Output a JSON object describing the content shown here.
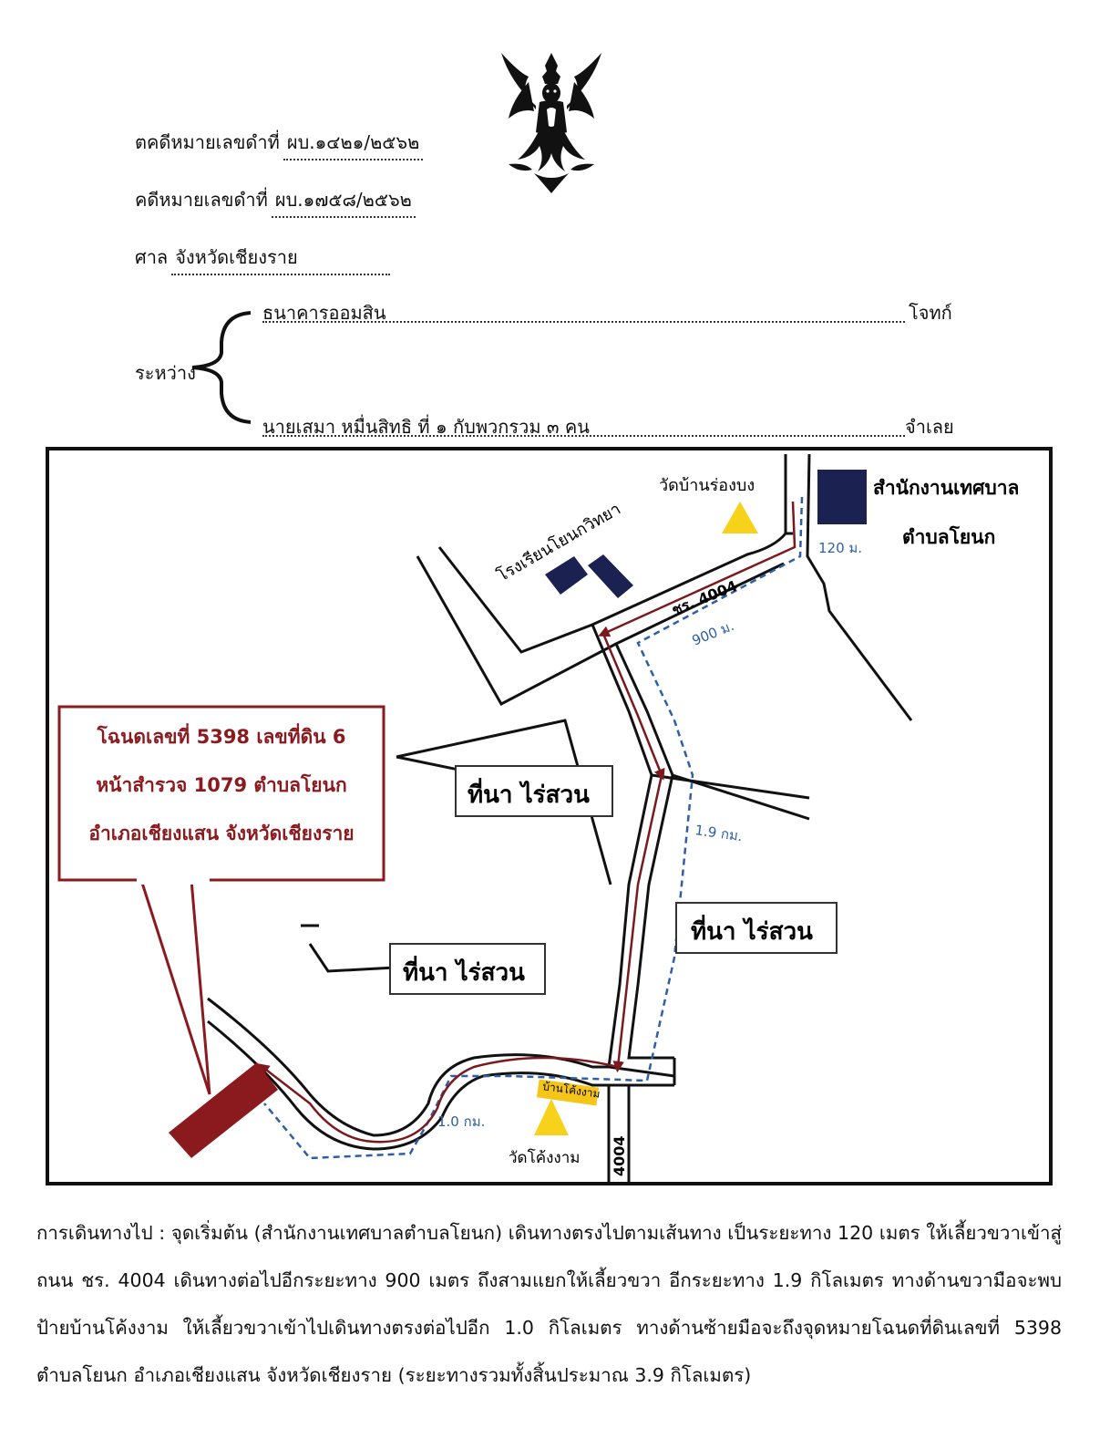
{
  "header": {
    "black_case_no_label": "ตคดีหมายเลขดำที่",
    "black_case_no_value": "ผบ.๑๔๒๑/๒๕๖๒",
    "case_no_label": "คดีหมายเลขดำที่",
    "case_no_value": "ผบ.๑๗๕๘/๒๕๖๒",
    "court_label": "ศาล",
    "court_value": "จังหวัดเชียงราย",
    "between_label": "ระหว่าง",
    "plaintiff": "ธนาคารออมสิน",
    "plaintiff_role": "โจทก์",
    "defendant": "นายเสมา หมื่นสิทธิ ที่ ๑ กับพวกรวม ๓ คน",
    "defendant_role": "จำเลย"
  },
  "map": {
    "municipal_office_line1": "สำนักงานเทศบาล",
    "municipal_office_line2": "ตำบลโยนก",
    "temple_rongbong": "วัดบ้านร่องบง",
    "school": "โรงเรียนโยนกวิทยา",
    "road_label": "ชร. 4004",
    "road_number": "4004",
    "dist_120": "120 ม.",
    "dist_900": "900 ม.",
    "dist_1_9": "1.9 กม.",
    "dist_1_0": "1.0 กม.",
    "field_label_1": "ที่นา ไร่สวน",
    "field_label_2": "ที่นา ไร่สวน",
    "field_label_3": "ที่นา ไร่สวน",
    "village_sign": "บ้านโค้งงาม",
    "temple_khongngam": "วัดโค้งงาม",
    "deed_line1": "โฉนดเลขที่ 5398 เลขที่ดิน 6",
    "deed_line2": "หน้าสำรวจ 1079 ตำบลโยนก",
    "deed_line3": "อำเภอเชียงแสน จังหวัดเชียงราย",
    "colors": {
      "route": "#7a1a1e",
      "dashed": "#2e5fa3",
      "building": "#1b2150",
      "deed_box": "#8b1a1f",
      "temple": "#f7d21a",
      "sign": "#f5c518"
    }
  },
  "directions": {
    "text": "การเดินทางไป : จุดเริ่มต้น (สำนักงานเทศบาลตำบลโยนก) เดินทางตรงไปตามเส้นทาง เป็นระยะทาง 120 เมตร ให้เลี้ยวขวาเข้าสู่ถนน ชร. 4004 เดินทางต่อไปอีกระยะทาง 900 เมตร ถึงสามแยกให้เลี้ยวขวา อีกระยะทาง 1.9 กิโลเมตร ทางด้านขวามือจะพบป้ายบ้านโค้งงาม ให้เลี้ยวขวาเข้าไปเดินทางตรงต่อไปอีก 1.0 กิโลเมตร ทางด้านซ้ายมือจะถึงจุดหมายโฉนดที่ดินเลขที่ 5398 ตำบลโยนก อำเภอเชียงแสน จังหวัดเชียงราย (ระยะทางรวมทั้งสิ้นประมาณ 3.9 กิโลเมตร)"
  }
}
